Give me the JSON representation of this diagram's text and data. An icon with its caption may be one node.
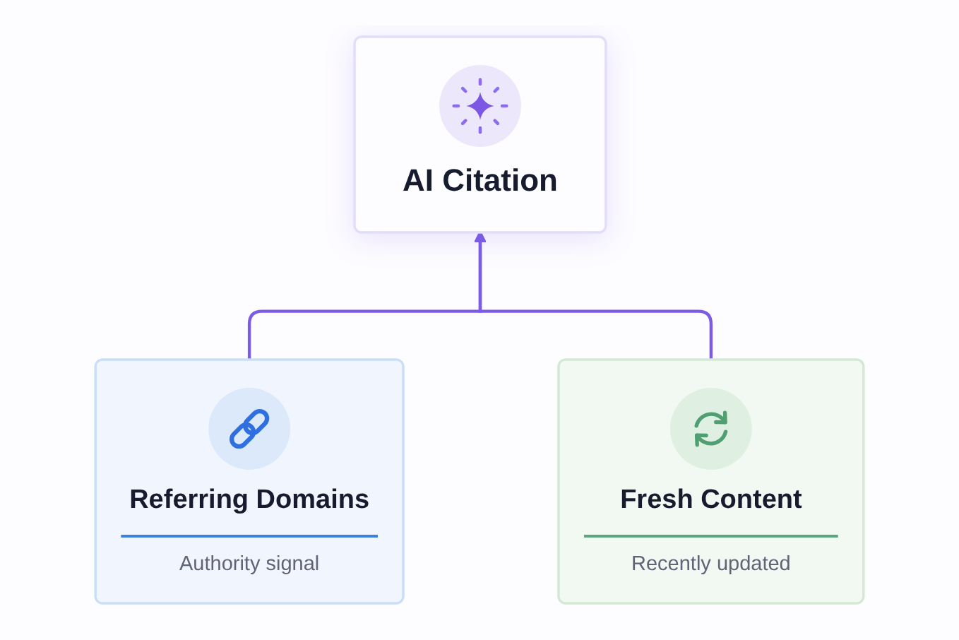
{
  "diagram": {
    "nodes": [
      {
        "text": [
          "AI Citation"
        ]
      },
      {
        "text": [
          "Referring Domains",
          "Authority signal"
        ]
      },
      {
        "text": [
          "Fresh Content",
          "Recently updated"
        ]
      }
    ],
    "edges": [
      {
        "from": 1,
        "to": 0,
        "arrow": "to"
      },
      {
        "from": 2,
        "to": 0,
        "arrow": "to"
      }
    ]
  }
}
